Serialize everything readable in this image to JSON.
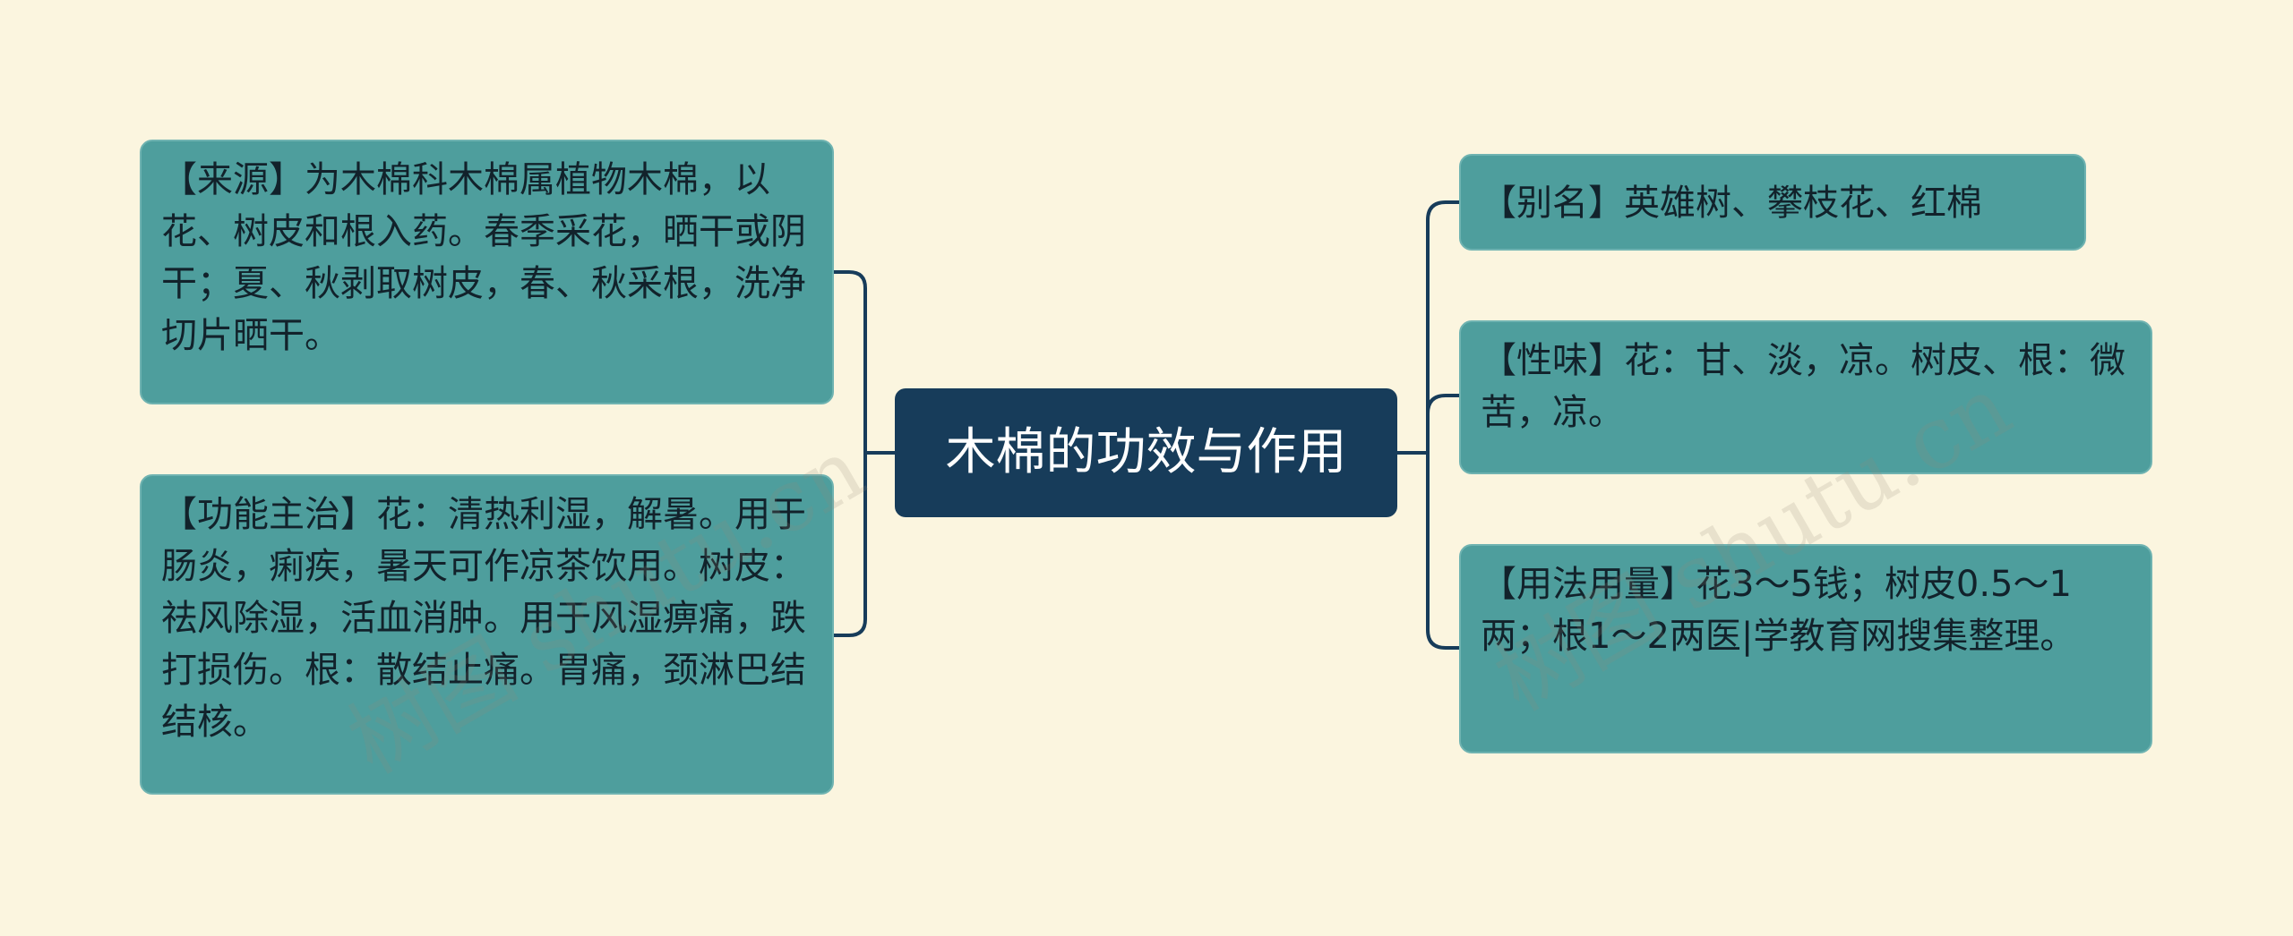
{
  "center": {
    "title": "木棉的功效与作用"
  },
  "left_nodes": [
    {
      "text": "【来源】为木棉科木棉属植物木棉，以花、树皮和根入药。春季采花，晒干或阴干；夏、秋剥取树皮，春、秋采根，洗净切片晒干。"
    },
    {
      "text": "【功能主治】花：清热利湿，解暑。用于肠炎，痢疾，暑天可作凉茶饮用。树皮：祛风除湿，活血消肿。用于风湿痹痛，跌打损伤。根：散结止痛。胃痛，颈淋巴结结核。"
    }
  ],
  "right_nodes": [
    {
      "text": "【别名】英雄树、攀枝花、红棉"
    },
    {
      "text": "【性味】花：甘、淡，凉。树皮、根：微苦，凉。"
    },
    {
      "text": "【用法用量】花3～5钱；树皮0.5～1两；根1～2两医|学教育网搜集整理。"
    }
  ],
  "watermarks": [
    {
      "text": "树图 shutu.cn"
    },
    {
      "text": "树图 shutu.cn"
    }
  ],
  "colors": {
    "background": "#fbf5df",
    "node_fill": "#4e9e9d",
    "center_fill": "#173c5a",
    "connector": "#173c5a"
  }
}
